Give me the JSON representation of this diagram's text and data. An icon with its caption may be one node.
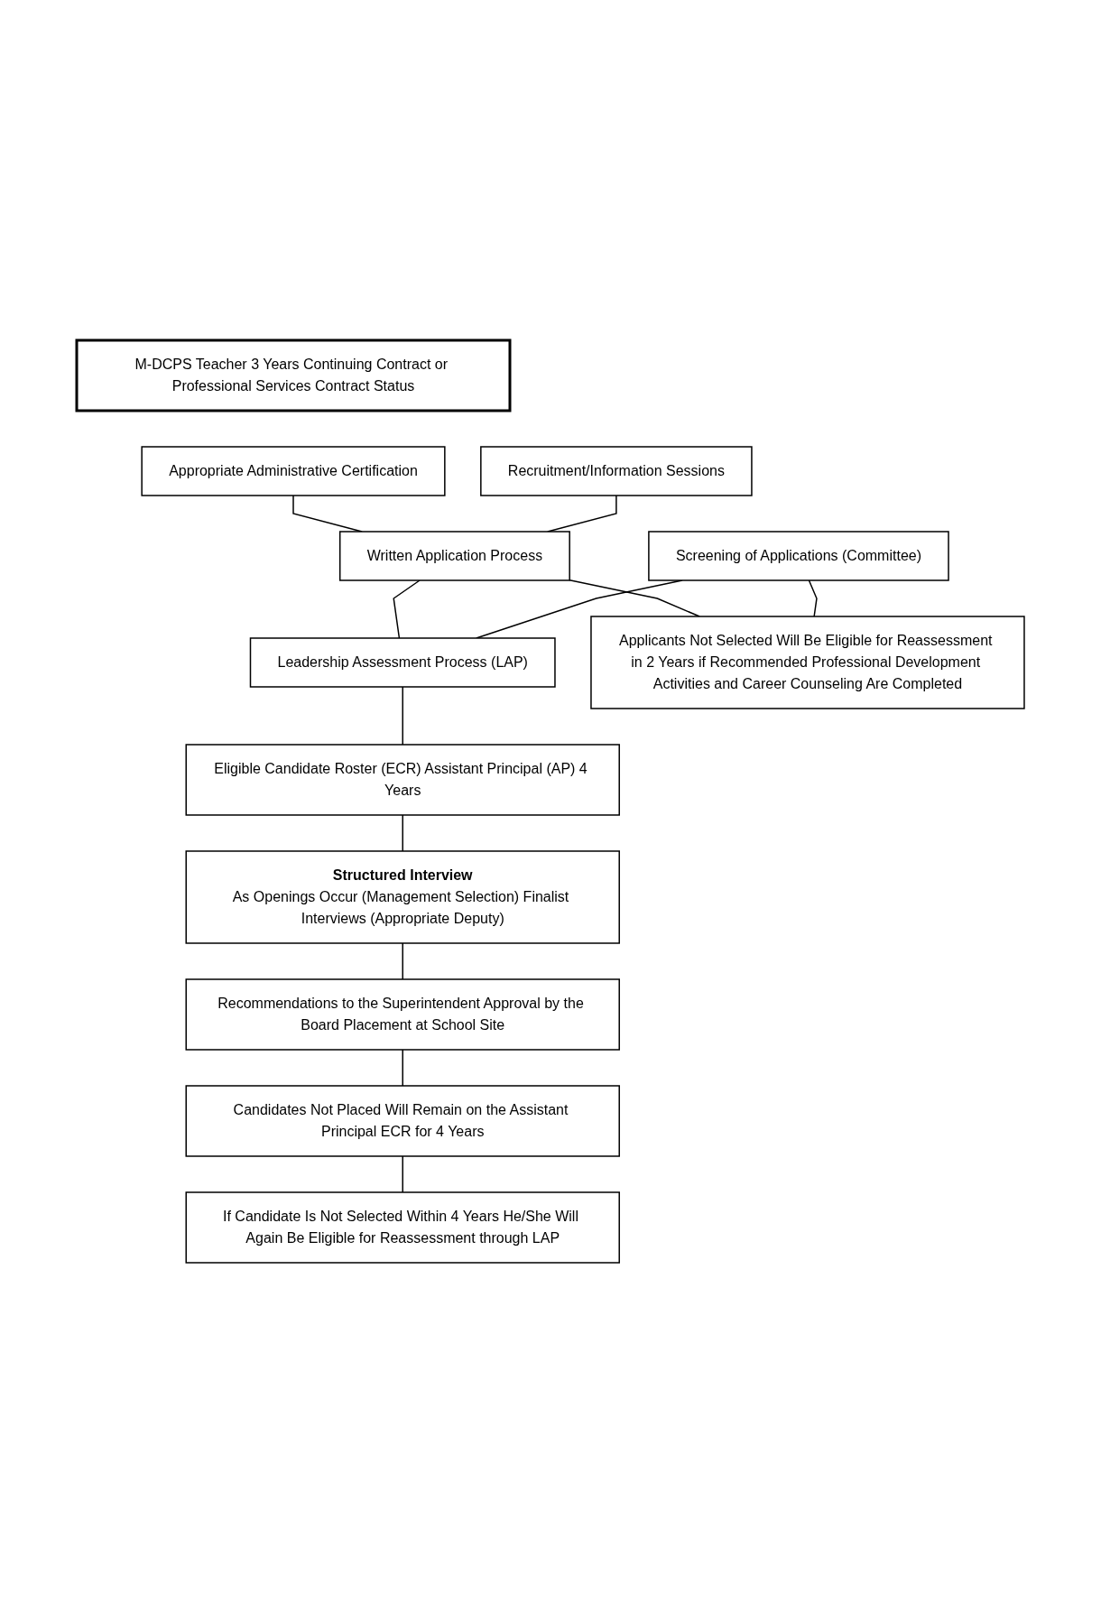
{
  "diagram": {
    "nodes": [
      {
        "text": [
          "M-DCPS Teacher 3 Years Continuing Contract or Professional Services Contract Status"
        ]
      },
      {
        "text": [
          "Appropriate Administrative Certification"
        ]
      },
      {
        "text": [
          "Recruitment/Information Sessions"
        ]
      },
      {
        "text": [
          "Written Application Process"
        ]
      },
      {
        "text": [
          "Screening of Applications (Committee)"
        ]
      },
      {
        "text": [
          "Leadership Assessment Process (LAP)"
        ]
      },
      {
        "text": [
          "Applicants Not Selected Will Be Eligible for Reassessment in 2 Years if Recommended Professional Development Activities and Career Counseling Are Completed"
        ]
      },
      {
        "text": [
          "Eligible Candidate Roster (ECR) Assistant Principal (AP) 4 Years"
        ]
      },
      {
        "text": [
          "Structured Interview",
          "As Openings Occur (Management Selection) Finalist Interviews (Appropriate Deputy)"
        ]
      },
      {
        "text": [
          "Recommendations to the Superintendent Approval by the Board Placement at School Site"
        ]
      },
      {
        "text": [
          "Candidates Not Placed Will Remain on the Assistant Principal ECR for 4 Years"
        ]
      },
      {
        "text": [
          "If Candidate Is Not Selected Within 4 Years He/She Will Again Be Eligible for Reassessment through LAP"
        ]
      }
    ],
    "edges": [
      {
        "from": 1,
        "to": 3,
        "arrow": "none"
      },
      {
        "from": 2,
        "to": 3,
        "arrow": "none"
      },
      {
        "from": 3,
        "to": 5,
        "arrow": "none"
      },
      {
        "from": 3,
        "to": 6,
        "arrow": "none"
      },
      {
        "from": 4,
        "to": 5,
        "arrow": "none"
      },
      {
        "from": 4,
        "to": 6,
        "arrow": "none"
      },
      {
        "from": 5,
        "to": 7,
        "arrow": "none"
      },
      {
        "from": 7,
        "to": 8,
        "arrow": "none"
      },
      {
        "from": 8,
        "to": 9,
        "arrow": "none"
      },
      {
        "from": 9,
        "to": 10,
        "arrow": "none"
      },
      {
        "from": 10,
        "to": 11,
        "arrow": "none"
      }
    ]
  }
}
